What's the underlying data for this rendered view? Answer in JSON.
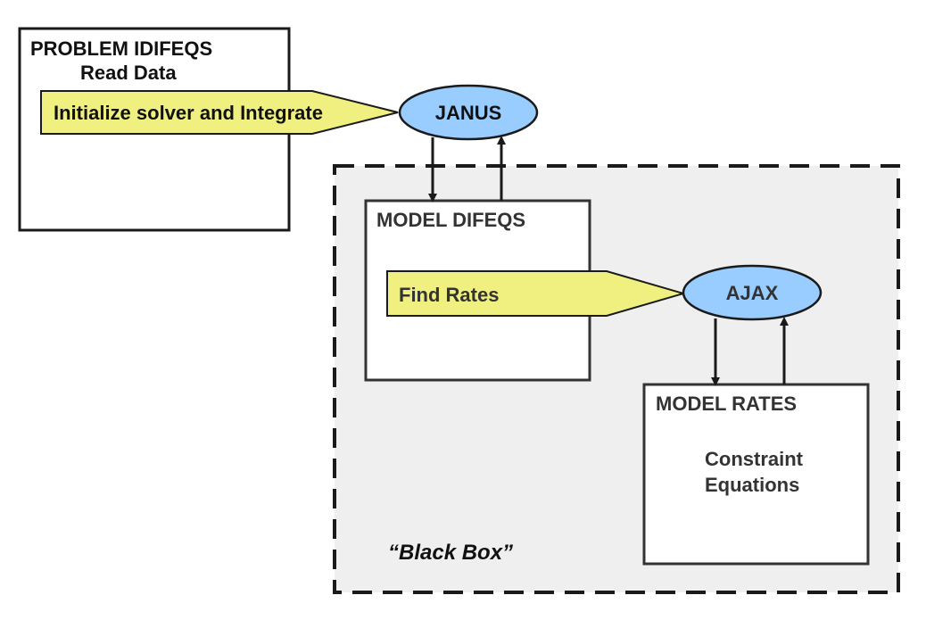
{
  "problem_box": {
    "title": "PROBLEM IDIFEQS",
    "subtitle": "Read Data"
  },
  "integrate_callout": {
    "label": "Initialize solver and Integrate"
  },
  "janus": {
    "label": "JANUS"
  },
  "black_box": {
    "label": "“Black Box”"
  },
  "model_difeqs": {
    "title": "MODEL DIFEQS"
  },
  "find_rates_callout": {
    "label": "Find Rates"
  },
  "ajax": {
    "label": "AJAX"
  },
  "model_rates": {
    "title": "MODEL RATES",
    "body_line1": "Constraint",
    "body_line2": "Equations"
  },
  "colors": {
    "callout_fill": "#f0f080",
    "ellipse_fill": "#99ccff",
    "black_box_fill": "#efefef",
    "stroke": "#1a1a1a",
    "muted_text": "#333333"
  }
}
